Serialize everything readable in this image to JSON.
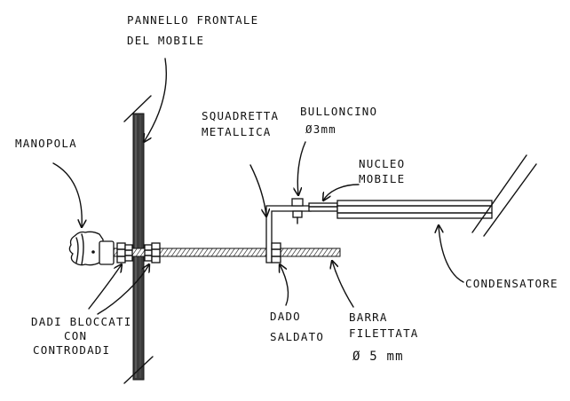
{
  "labels": {
    "panel_line1": "PANNELLO FRONTALE",
    "panel_line2": "DEL MOBILE",
    "knob": "MANOPOLA",
    "bracket_line1": "SQUADRETTA",
    "bracket_line2": "METALLICA",
    "bolt_line1": "BULLONCINO",
    "bolt_line2": "Ø3mm",
    "core_line1": "NUCLEO",
    "core_line2": "MOBILE",
    "capacitor": "CONDENSATORE",
    "nuts_line1": "DADI BLOCCATI",
    "nuts_line2": "CON",
    "nuts_line3": "CONTRODADI",
    "welded_nut_line1": "DADO",
    "welded_nut_line2": "SALDATO",
    "rod_line1": "BARRA",
    "rod_line2": "FILETTATA",
    "rod_line3": "Ø 5 mm"
  },
  "colors": {
    "ink": "#111111",
    "panel": "#3a3a3a",
    "background": "#ffffff"
  }
}
